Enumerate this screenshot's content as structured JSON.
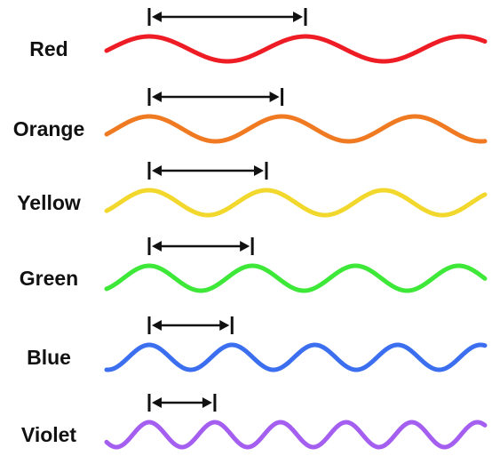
{
  "waves": [
    {
      "label": "Red",
      "color": "#ee1c24",
      "relative_wavelength": 1.0
    },
    {
      "label": "Orange",
      "color": "#f07a22",
      "relative_wavelength": 0.85
    },
    {
      "label": "Yellow",
      "color": "#f2d82c",
      "relative_wavelength": 0.75
    },
    {
      "label": "Green",
      "color": "#3ee839",
      "relative_wavelength": 0.66
    },
    {
      "label": "Blue",
      "color": "#3b6ff0",
      "relative_wavelength": 0.53
    },
    {
      "label": "Violet",
      "color": "#a45ef0",
      "relative_wavelength": 0.42
    }
  ],
  "marker_color": "#111111"
}
